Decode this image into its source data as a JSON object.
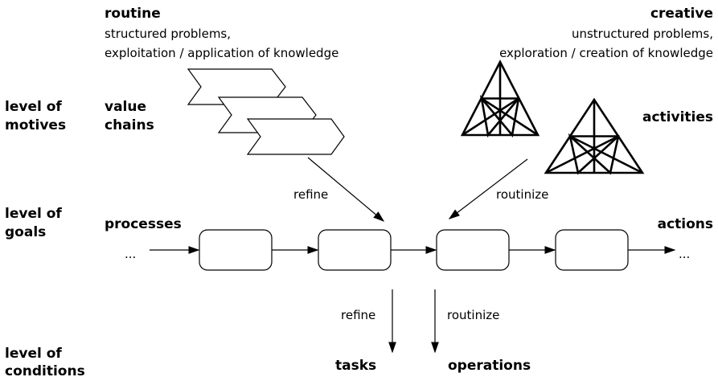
{
  "headers": {
    "routine": {
      "title": "routine",
      "line1": "structured problems,",
      "line2": "exploitation / application of knowledge"
    },
    "creative": {
      "title": "creative",
      "line1": "unstructured problems,",
      "line2": "exploration / creation of knowledge"
    }
  },
  "levels": {
    "motives": {
      "line1": "level of",
      "line2": "motives"
    },
    "goals": {
      "line1": "level of",
      "line2": "goals"
    },
    "conditions": {
      "line1": "level of",
      "line2": "conditions"
    }
  },
  "nodes": {
    "value_chains": {
      "line1": "value",
      "line2": "chains"
    },
    "activities": "activities",
    "processes": "processes",
    "actions": "actions",
    "tasks": "tasks",
    "operations": "operations"
  },
  "edge_labels": {
    "refine_top": "refine",
    "routinize_top": "routinize",
    "refine_bottom": "refine",
    "routinize_bottom": "routinize"
  },
  "flow": {
    "ellipsis_left": "...",
    "ellipsis_right": "...",
    "box_count": 4
  }
}
